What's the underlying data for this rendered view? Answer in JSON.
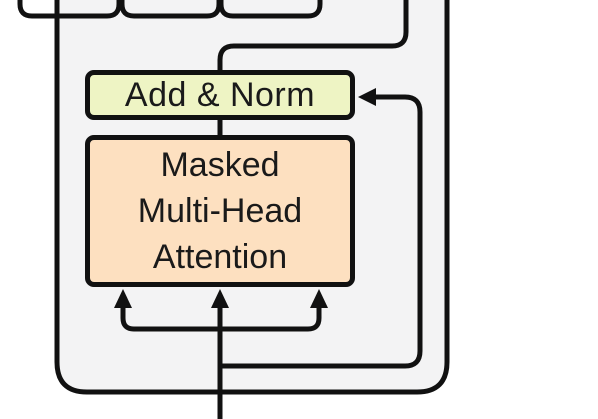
{
  "diagram": {
    "add_norm": {
      "label": "Add & Norm",
      "fill": "#eef4c4"
    },
    "masked_attention": {
      "lines": [
        "Masked",
        "Multi-Head",
        "Attention"
      ],
      "fill": "#fde0c0"
    },
    "colors": {
      "stroke": "#111111",
      "container": "#f3f3f4"
    }
  }
}
